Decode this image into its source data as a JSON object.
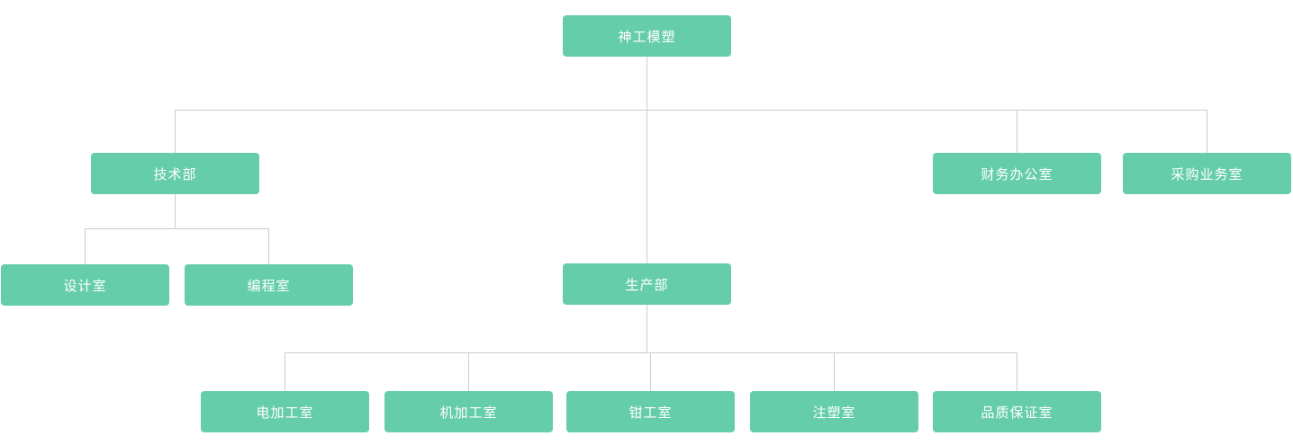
{
  "diagram": {
    "type": "org-chart",
    "nodes": [
      {
        "id": "root",
        "label": "神工模塑",
        "parent": null,
        "level": 1
      },
      {
        "id": "tech",
        "label": "技术部",
        "parent": "root",
        "level": 2
      },
      {
        "id": "production",
        "label": "生产部",
        "parent": "root",
        "level": 2
      },
      {
        "id": "finance",
        "label": "财务办公室",
        "parent": "root",
        "level": 2
      },
      {
        "id": "procurement",
        "label": "采购业务室",
        "parent": "root",
        "level": 2
      },
      {
        "id": "design",
        "label": "设计室",
        "parent": "tech",
        "level": 3
      },
      {
        "id": "programming",
        "label": "编程室",
        "parent": "tech",
        "level": 3
      },
      {
        "id": "edm",
        "label": "电加工室",
        "parent": "production",
        "level": 3
      },
      {
        "id": "machining",
        "label": "机加工室",
        "parent": "production",
        "level": 3
      },
      {
        "id": "fitter",
        "label": "钳工室",
        "parent": "production",
        "level": 3
      },
      {
        "id": "injection",
        "label": "注塑室",
        "parent": "production",
        "level": 3
      },
      {
        "id": "qa",
        "label": "品质保证室",
        "parent": "production",
        "level": 3
      }
    ],
    "colors": {
      "node_bg": "#66cdaa",
      "node_text": "#ffffff",
      "connector": "#cccccc",
      "background": "#ffffff"
    }
  }
}
